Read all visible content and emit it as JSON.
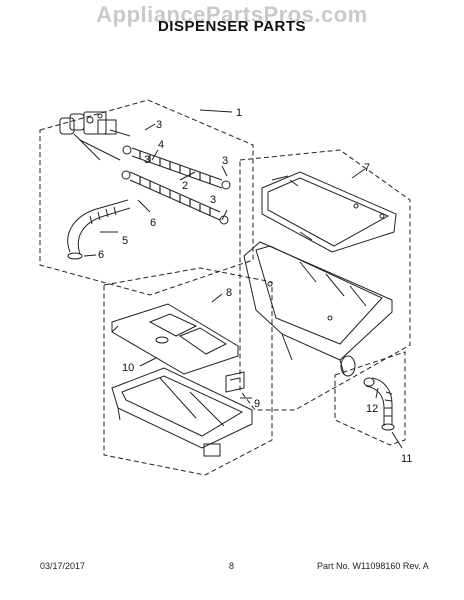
{
  "watermark": "AppliancePartsPros.com",
  "title": "DISPENSER PARTS",
  "callouts": {
    "c1": "1",
    "c2": "2",
    "c3a": "3",
    "c3b": "3",
    "c3c": "3",
    "c4": "4",
    "c5": "5",
    "c6a": "6",
    "c6b": "6",
    "c7": "7",
    "c8": "8",
    "c9": "9",
    "c10": "10",
    "c11": "11",
    "c12": "12"
  },
  "footer": {
    "date": "03/17/2017",
    "page": "8",
    "part_no": "Part No. W11098160  Rev. A"
  }
}
